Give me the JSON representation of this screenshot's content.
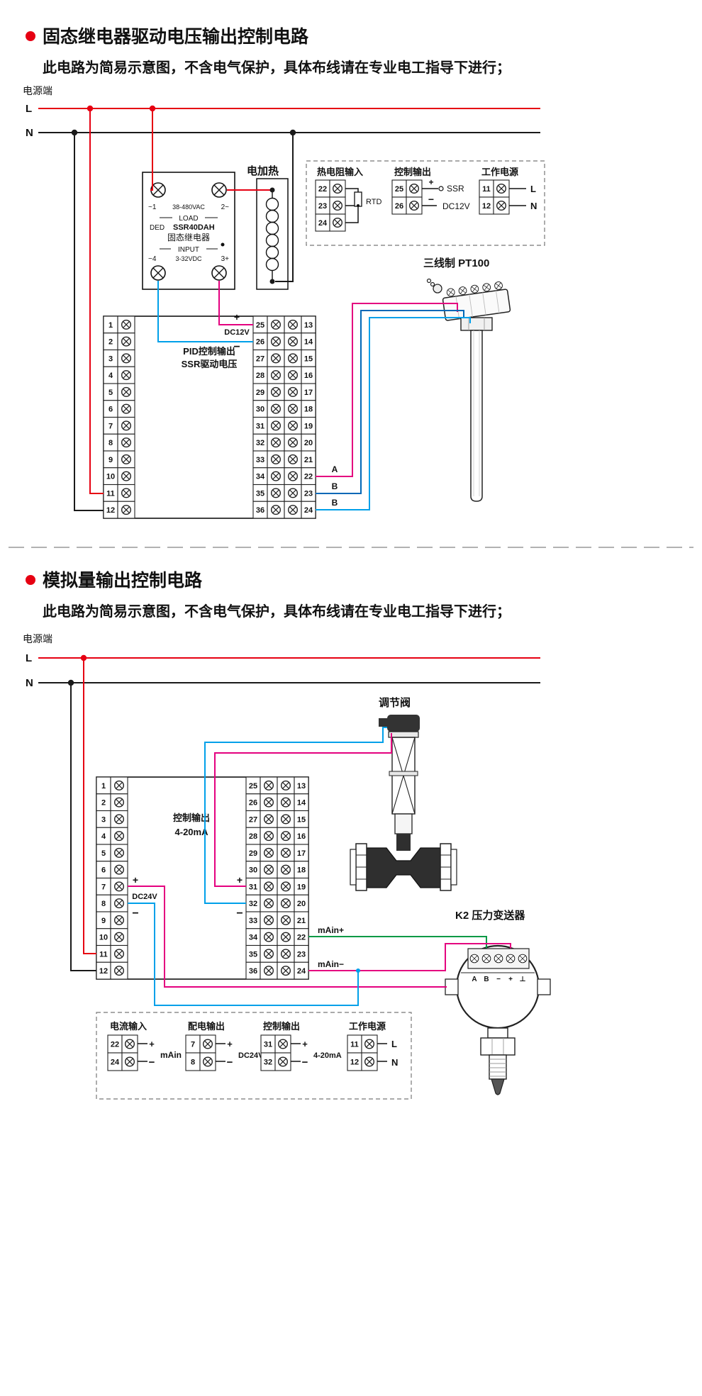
{
  "colors": {
    "red": "#e60012",
    "black": "#1a1a1a",
    "magenta": "#e4007f",
    "cyan": "#00a0e9",
    "deep_blue": "#0068b7",
    "green": "#009945"
  },
  "terminals": {
    "left": [
      "1",
      "2",
      "3",
      "4",
      "5",
      "6",
      "7",
      "8",
      "9",
      "10",
      "11",
      "12"
    ],
    "mid": [
      "25",
      "26",
      "27",
      "28",
      "29",
      "30",
      "31",
      "32",
      "33",
      "34",
      "35",
      "36"
    ],
    "right": [
      "13",
      "14",
      "15",
      "16",
      "17",
      "18",
      "19",
      "20",
      "21",
      "22",
      "23",
      "24"
    ]
  },
  "section1": {
    "title": "固态继电器驱动电压输出控制电路",
    "warning": "此电路为简易示意图，不含电气保护，具体布线请在专业电工指导下进行；",
    "power_label": "电源端",
    "l": "L",
    "n": "N",
    "heater": "电加热",
    "ssr": {
      "top_left": "~1",
      "top_mid": "38-480VAC",
      "top_right": "2~",
      "load": "LOAD",
      "ded": "DED",
      "model": "SSR40DAH",
      "name": "固态继电器",
      "input": "INPUT",
      "bottom_left": "−4",
      "bottom_mid": "3-32VDC",
      "bottom_right": "3+"
    },
    "labels": {
      "plus": "+",
      "dc12v": "DC12V",
      "minus": "−",
      "pid1": "PID控制输出",
      "pid2": "SSR驱动电压",
      "a": "A",
      "b1": "B",
      "b2": "B"
    },
    "pt100": "三线制 PT100",
    "legend": {
      "rtd_title": "热电阻输入",
      "rtd_terminals": [
        "22",
        "23",
        "24"
      ],
      "rtd": "RTD",
      "out_title": "控制输出",
      "out_terminals": [
        "25",
        "26"
      ],
      "out_plus": "+",
      "out_minus": "−",
      "ssr": "SSR",
      "dc12v": "DC12V",
      "pwr_title": "工作电源",
      "pwr_terminals": [
        "11",
        "12"
      ],
      "l": "L",
      "n": "N"
    }
  },
  "section2": {
    "title": "模拟量输出控制电路",
    "warning": "此电路为简易示意图，不含电气保护，具体布线请在专业电工指导下进行；",
    "power_label": "电源端",
    "l": "L",
    "n": "N",
    "valve": "调节阀",
    "labels": {
      "out1": "控制输出",
      "out2": "4-20mA",
      "plus7": "+",
      "dc24v": "DC24V",
      "minus8": "−",
      "plus31": "+",
      "minus32": "−",
      "main_plus": "mAin+",
      "main_minus": "mAin−"
    },
    "transmitter": "K2 压力变送器",
    "transmitter_pins": [
      "A",
      "B",
      "−",
      "+",
      "⊥"
    ],
    "legend": {
      "cur_title": "电流输入",
      "cur_terminals": [
        "22",
        "24"
      ],
      "cur_plus": "+",
      "cur_minus": "−",
      "cur_label": "mAin",
      "dist_title": "配电输出",
      "dist_terminals": [
        "7",
        "8"
      ],
      "dist_plus": "+",
      "dist_minus": "−",
      "dist_label": "DC24V",
      "out_title": "控制输出",
      "out_terminals": [
        "31",
        "32"
      ],
      "out_plus": "+",
      "out_minus": "−",
      "out_label": "4-20mA",
      "pwr_title": "工作电源",
      "pwr_terminals": [
        "11",
        "12"
      ],
      "l": "L",
      "n": "N"
    }
  }
}
